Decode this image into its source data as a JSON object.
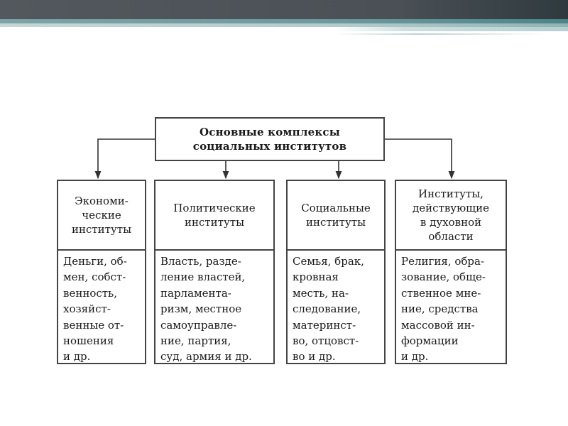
{
  "colors": {
    "border": "#444444",
    "arrow": "#333333",
    "header_dark": "#4a5055",
    "header_teal": "#6c9a9e"
  },
  "diagram": {
    "root": {
      "text": "Основные комплексы\nсоциальных институтов"
    },
    "columns": [
      {
        "title": "Экономи-\nческие\nинституты",
        "body": "Деньги, об-\nмен, собст-\nвенность,\nхозяйст-\nвенные от-\nношения\nи др."
      },
      {
        "title": "Политические\nинституты",
        "body": "Власть, разде-\nление властей,\nпарламента-\nризм, местное\nсамоуправле-\nние, партия,\nсуд, армия и др."
      },
      {
        "title": "Социальные\nинституты",
        "body": "Семья, брак,\nкровная\nместь, на-\nследование,\nматеринст-\nво, отцовст-\nво и др."
      },
      {
        "title": "Институты,\nдействующие\nв духовной\nобласти",
        "body": "Религия, обра-\nзование, обще-\nственное мне-\nние, средства\nмассовой ин-\nформации\nи др."
      }
    ]
  }
}
